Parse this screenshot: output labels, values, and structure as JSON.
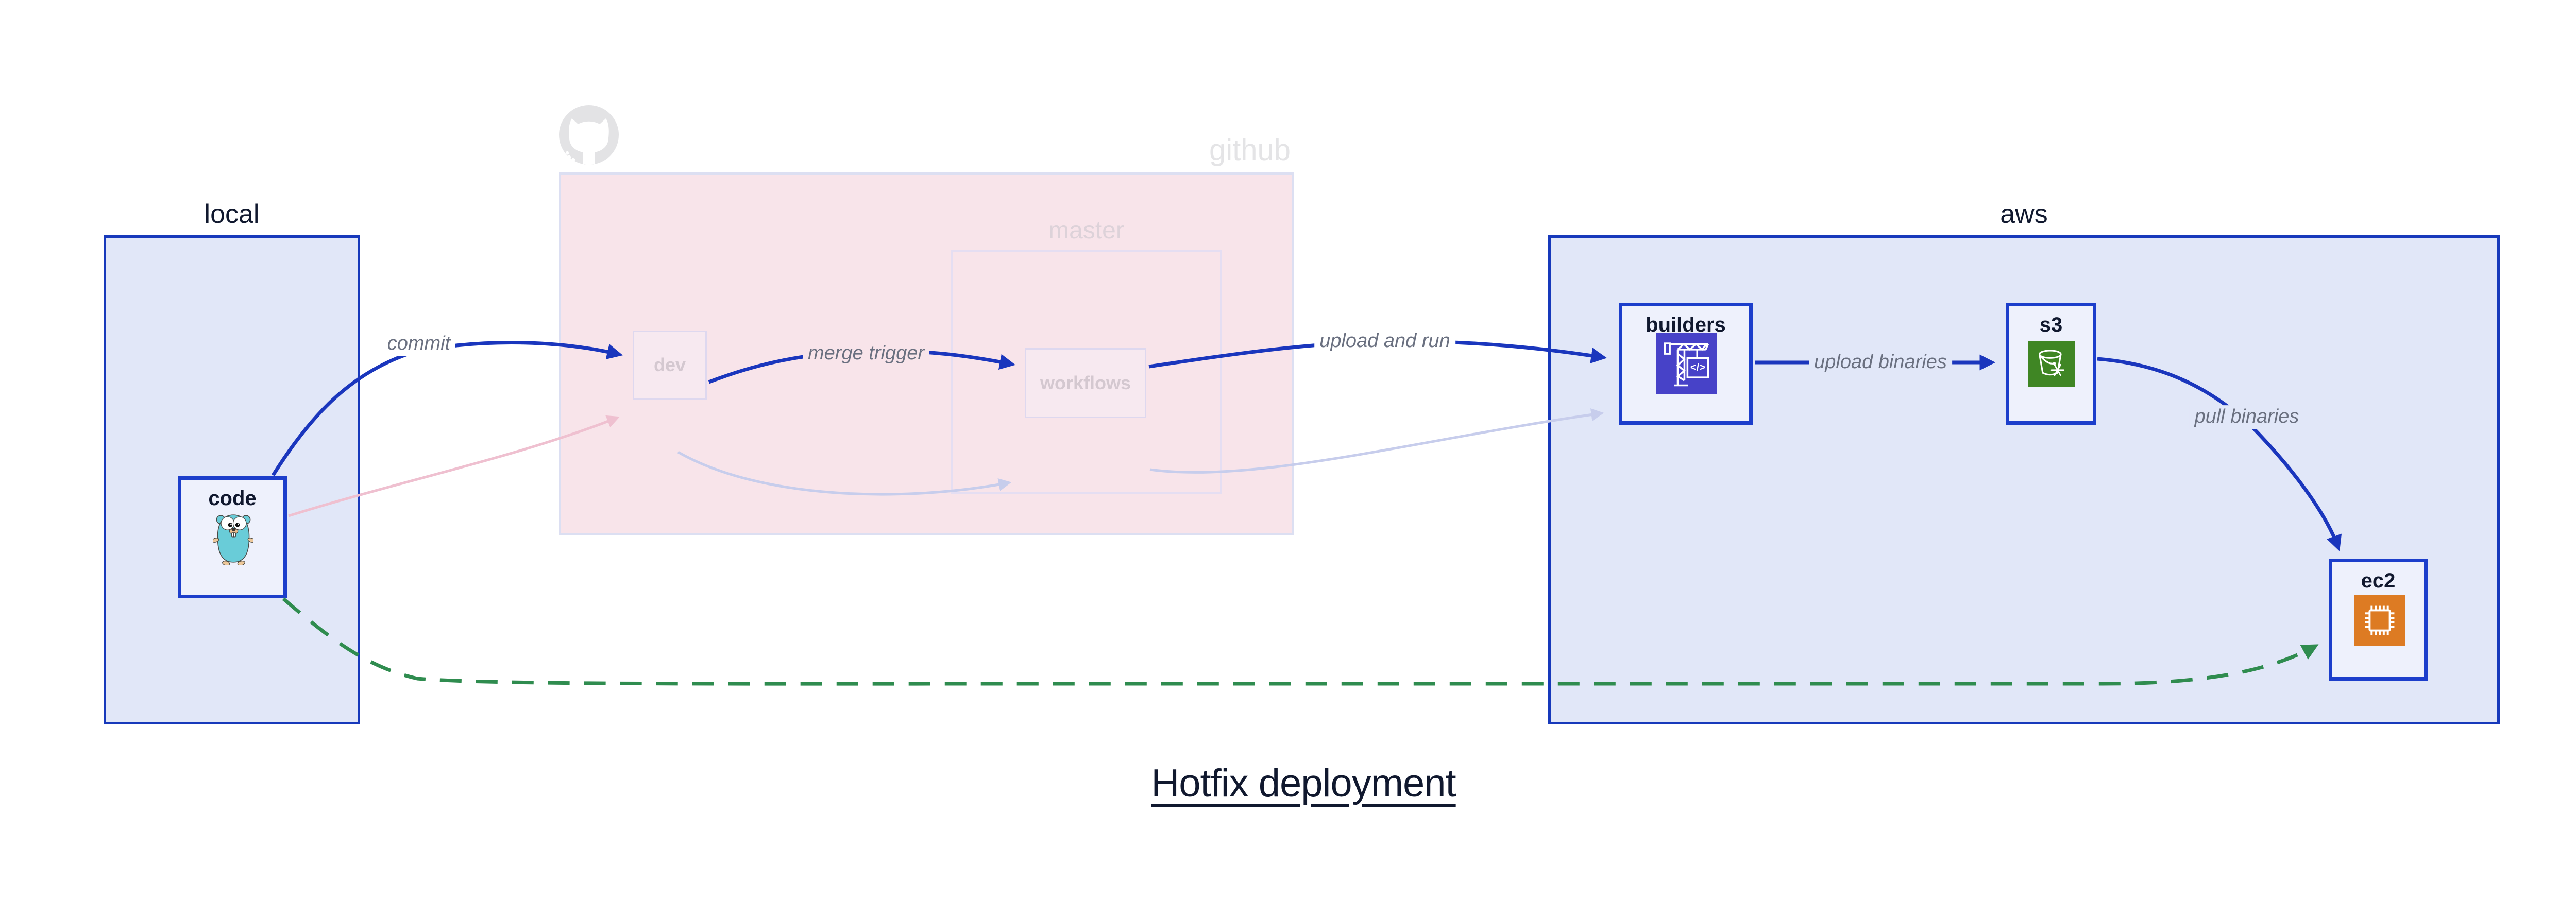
{
  "title": "Hotfix deployment",
  "groups": {
    "local": {
      "label": "local"
    },
    "github": {
      "label": "github",
      "master": "master"
    },
    "aws": {
      "label": "aws"
    }
  },
  "nodes": {
    "code": {
      "label": "code",
      "icon": "go-gopher-icon"
    },
    "dev": {
      "label": "dev"
    },
    "workflows": {
      "label": "workflows"
    },
    "builders": {
      "label": "builders",
      "icon": "codebuild-crane-icon",
      "icon_glyph": "</>"
    },
    "s3": {
      "label": "s3",
      "icon": "s3-glacier-bucket-icon"
    },
    "ec2": {
      "label": "ec2",
      "icon": "ec2-chip-icon"
    }
  },
  "edges": {
    "commit": {
      "label": "commit",
      "from": "code",
      "to": "dev",
      "style": "solid-blue"
    },
    "merge_trigger": {
      "label": "merge trigger",
      "from": "dev",
      "to": "workflows",
      "style": "solid-blue"
    },
    "upload_and_run": {
      "label": "upload and run",
      "from": "workflows",
      "to": "builders",
      "style": "solid-blue"
    },
    "upload_binaries": {
      "label": "upload binaries",
      "from": "builders",
      "to": "s3",
      "style": "solid-blue"
    },
    "pull_binaries": {
      "label": "pull binaries",
      "from": "s3",
      "to": "ec2",
      "style": "solid-blue"
    },
    "hotfix_path": {
      "label": "",
      "from": "code",
      "to": "ec2",
      "style": "dashed-green"
    }
  },
  "colors": {
    "edge_blue": "#1a36bd",
    "edge_green": "#2f8c4f",
    "faded_pink_edge": "#efc0d0",
    "faded_lavender_edge": "#c7cdec",
    "area_fill": "#e1e7f8",
    "area_border": "#1739bb",
    "node_border": "#1c3ecb",
    "github_region_fill": "#f8e4ea",
    "navy_text": "#10182e",
    "gray_label": "#6a7080",
    "faded_gray": "#e4e4e6",
    "codebuild_icon_bg": "#4742c8",
    "s3_icon_bg": "#3f8624",
    "ec2_icon_bg": "#dd7b23",
    "gopher_teal": "#69ccd8"
  }
}
